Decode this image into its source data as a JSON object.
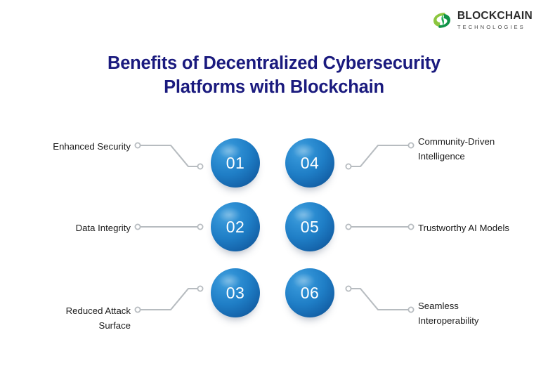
{
  "logo": {
    "mark_icon": "green-swirl-icon",
    "title": "BLOCKCHAIN",
    "subtitle": "TECHNOLOGIES",
    "mark_color_light": "#8cc63f",
    "mark_color_dark": "#109447",
    "title_color": "#2b2b2b"
  },
  "heading": {
    "line1": "Benefits of Decentralized Cybersecurity",
    "line2": "Platforms with Blockchain",
    "color": "#1a1a7e"
  },
  "diagram": {
    "sphere_color": "#1f7ec6",
    "connector_color": "#b7bcc0",
    "label_color": "#1c1c1c",
    "items": [
      {
        "number": "01",
        "label": "Enhanced Security",
        "side": "left",
        "row": 1
      },
      {
        "number": "02",
        "label": "Data Integrity",
        "side": "left",
        "row": 2
      },
      {
        "number": "03",
        "label": "Reduced Attack\nSurface",
        "side": "left",
        "row": 3
      },
      {
        "number": "04",
        "label": "Community-Driven\nIntelligence",
        "side": "right",
        "row": 1
      },
      {
        "number": "05",
        "label": "Trustworthy AI Models",
        "side": "right",
        "row": 2
      },
      {
        "number": "06",
        "label": "Seamless\nInteroperability",
        "side": "right",
        "row": 3
      }
    ]
  }
}
